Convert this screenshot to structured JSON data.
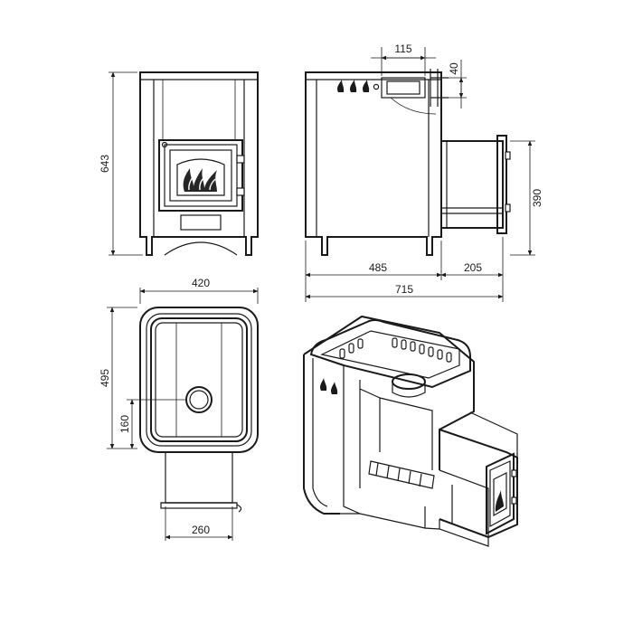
{
  "dimensions": {
    "height_total": "643",
    "top_offset": "115",
    "top_small": "40",
    "tank_height": "390",
    "body_depth": "485",
    "tank_depth": "205",
    "total_depth": "715",
    "top_width": "420",
    "plan_depth": "495",
    "pipe_offset": "160",
    "tunnel_width": "260"
  }
}
